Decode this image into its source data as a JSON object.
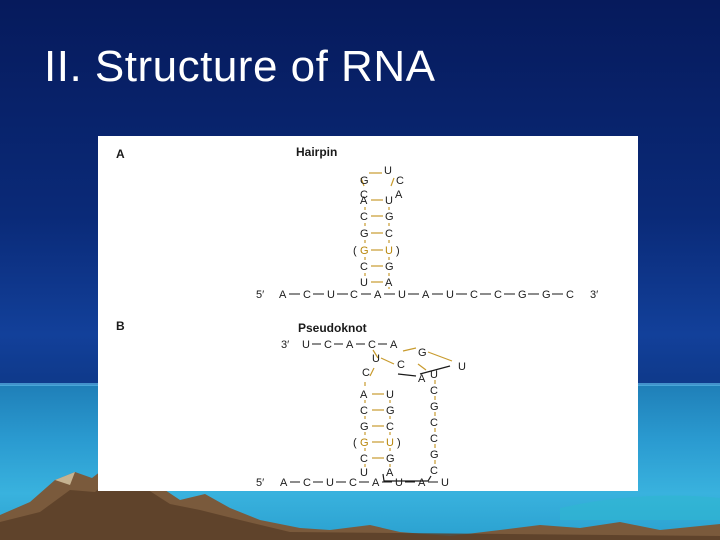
{
  "slide": {
    "title": "II. Structure of RNA"
  },
  "figure": {
    "panel_a": {
      "letter": "A",
      "title": "Hairpin",
      "loop": [
        "U",
        "C",
        "A",
        "C",
        "G"
      ],
      "stem_pairs": [
        {
          "left": "A",
          "right": "U"
        },
        {
          "left": "C",
          "right": "G"
        },
        {
          "left": "G",
          "right": "C"
        },
        {
          "left": "G",
          "right": "U",
          "wobble": true
        },
        {
          "left": "C",
          "right": "G"
        },
        {
          "left": "U",
          "right": "A"
        }
      ],
      "strand_5prime": "5′",
      "strand_3prime": "3′",
      "strand": [
        "A",
        "C",
        "U",
        "C",
        "A",
        "U",
        "A",
        "U",
        "C",
        "C",
        "G",
        "G",
        "C"
      ]
    },
    "panel_b": {
      "letter": "B",
      "title": "Pseudoknot",
      "top_label": "3′",
      "top_strand": [
        "U",
        "C",
        "A",
        "C",
        "A"
      ],
      "loop": [
        "U",
        "G",
        "C",
        "C",
        "A",
        "U"
      ],
      "stem_pairs": [
        {
          "left": "A",
          "right": "U"
        },
        {
          "left": "C",
          "right": "G"
        },
        {
          "left": "G",
          "right": "C"
        },
        {
          "left": "G",
          "right": "U",
          "wobble": true
        },
        {
          "left": "C",
          "right": "G"
        },
        {
          "left": "U",
          "right": "A"
        }
      ],
      "right_column": [
        "U",
        "C",
        "G",
        "C",
        "C",
        "G",
        "C"
      ],
      "strand_5prime": "5′",
      "bottom_strand": [
        "A",
        "C",
        "U",
        "C",
        "A",
        "U",
        "A",
        "U"
      ]
    }
  },
  "colors": {
    "nucleotide_dark": "#1a1a1a",
    "nucleotide_wobble": "#b8860b",
    "bond": "#c89b2e"
  }
}
